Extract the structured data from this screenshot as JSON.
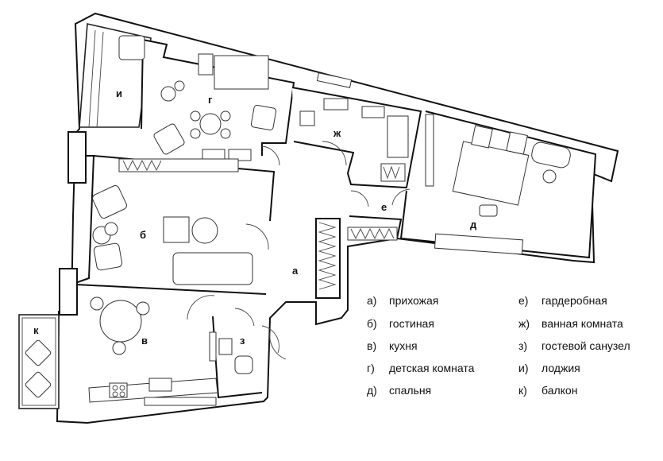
{
  "rooms": [
    {
      "letter": "а",
      "name": "прихожая"
    },
    {
      "letter": "б",
      "name": "гостиная"
    },
    {
      "letter": "в",
      "name": "кухня"
    },
    {
      "letter": "г",
      "name": "детская комната"
    },
    {
      "letter": "д",
      "name": "спальня"
    },
    {
      "letter": "е",
      "name": "гардеробная"
    },
    {
      "letter": "ж",
      "name": "ванная комната"
    },
    {
      "letter": "з",
      "name": "гостевой санузел"
    },
    {
      "letter": "и",
      "name": "лоджия"
    },
    {
      "letter": "к",
      "name": "балкон"
    }
  ],
  "legend": [
    {
      "key": "а)",
      "text": "прихожая"
    },
    {
      "key": "б)",
      "text": "гостиная"
    },
    {
      "key": "в)",
      "text": "кухня"
    },
    {
      "key": "г)",
      "text": "детская комната"
    },
    {
      "key": "д)",
      "text": "спальня"
    },
    {
      "key": "е)",
      "text": "гардеробная"
    },
    {
      "key": "ж)",
      "text": "ванная комната"
    },
    {
      "key": "з)",
      "text": "гостевой санузел"
    },
    {
      "key": "и)",
      "text": "лоджия"
    },
    {
      "key": "к)",
      "text": "балкон"
    }
  ]
}
